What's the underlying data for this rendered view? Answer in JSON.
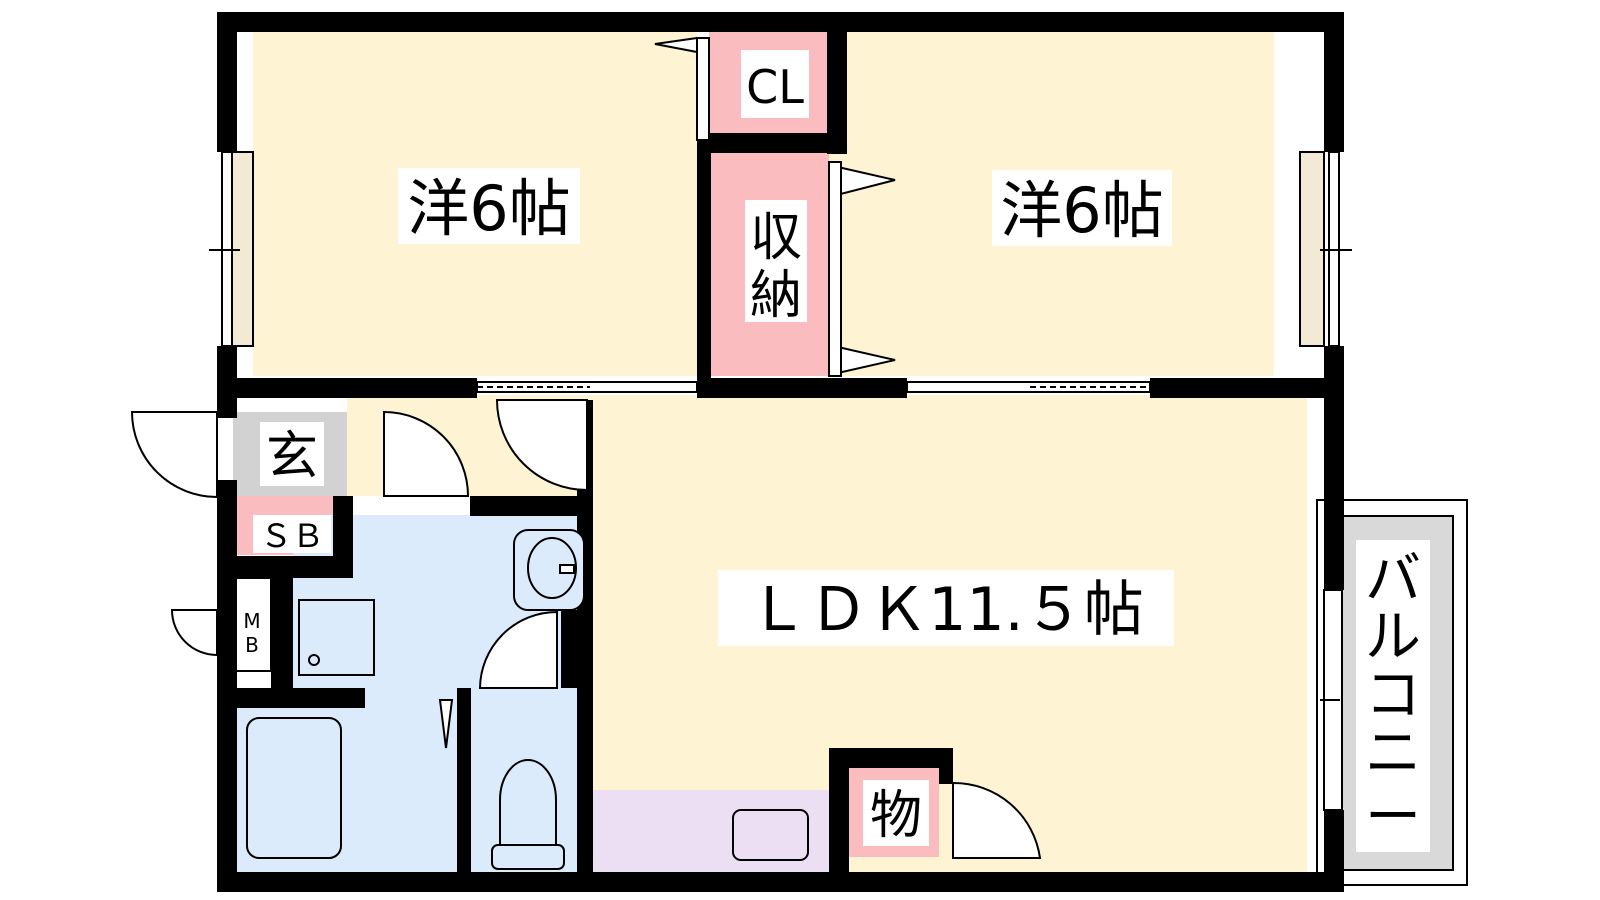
{
  "colors": {
    "wall": "#000000",
    "western_room": "#fef4d3",
    "ldk": "#fef4d3",
    "storage": "#fbbcbf",
    "entrance": "#d2d2d2",
    "wet_area": "#dbebfc",
    "kitchen_counter": "#ecdff3",
    "balcony": "#d9d9d9"
  },
  "rooms": {
    "western_left": "洋6帖",
    "western_right": "洋6帖",
    "closet": "CL",
    "storage_1": "収",
    "storage_2": "納",
    "entrance": "玄",
    "shoe_box": "ＳＢ",
    "meter_box_1": "M",
    "meter_box_2": "B",
    "ldk": "ＬＤＫ11.５帖",
    "storeroom": "物",
    "balcony": [
      "バ",
      "ル",
      "コ",
      "ニ",
      "ー"
    ]
  }
}
